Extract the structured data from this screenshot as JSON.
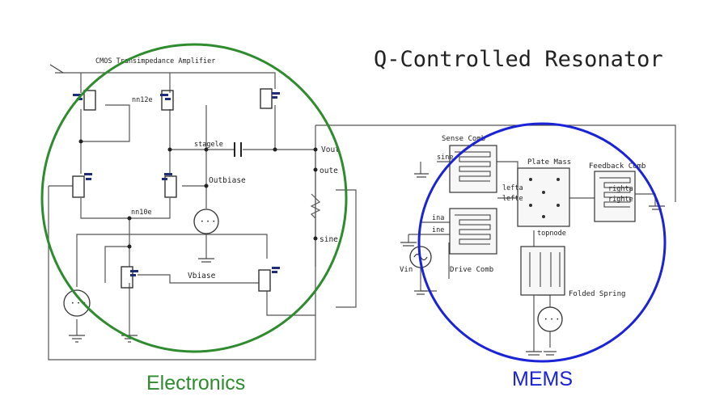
{
  "title": "Q-Controlled Resonator",
  "groups": {
    "electronics": {
      "label": "Electronics",
      "color": "#2e8b2e"
    },
    "mems": {
      "label": "MEMS",
      "color": "#1a23d6"
    }
  },
  "schematic": {
    "amp_title": "CMOS Transimpedance Amplifier",
    "nets": {
      "nn12e": "nn12e",
      "stagele": "stagele",
      "vout": "Vout",
      "oute": "oute",
      "outbiase": "Outbiase",
      "nn10e": "nn10e",
      "vbiase": "Vbiase",
      "sine": "sine"
    },
    "mems_parts": {
      "sense_comb": "Sense Comb",
      "plate_mass": "Plate Mass",
      "feedback_comb": "Feedback Comb",
      "drive_comb": "Drive Comb",
      "folded_spring": "Folded Spring",
      "vin": "Vin",
      "topnode": "topnode",
      "left_a": "lefta",
      "left_b": "lefte",
      "right_a": "righta",
      "right_b": "righte",
      "ina": "ina",
      "ine": "ine",
      "sine_port": "sine"
    }
  }
}
